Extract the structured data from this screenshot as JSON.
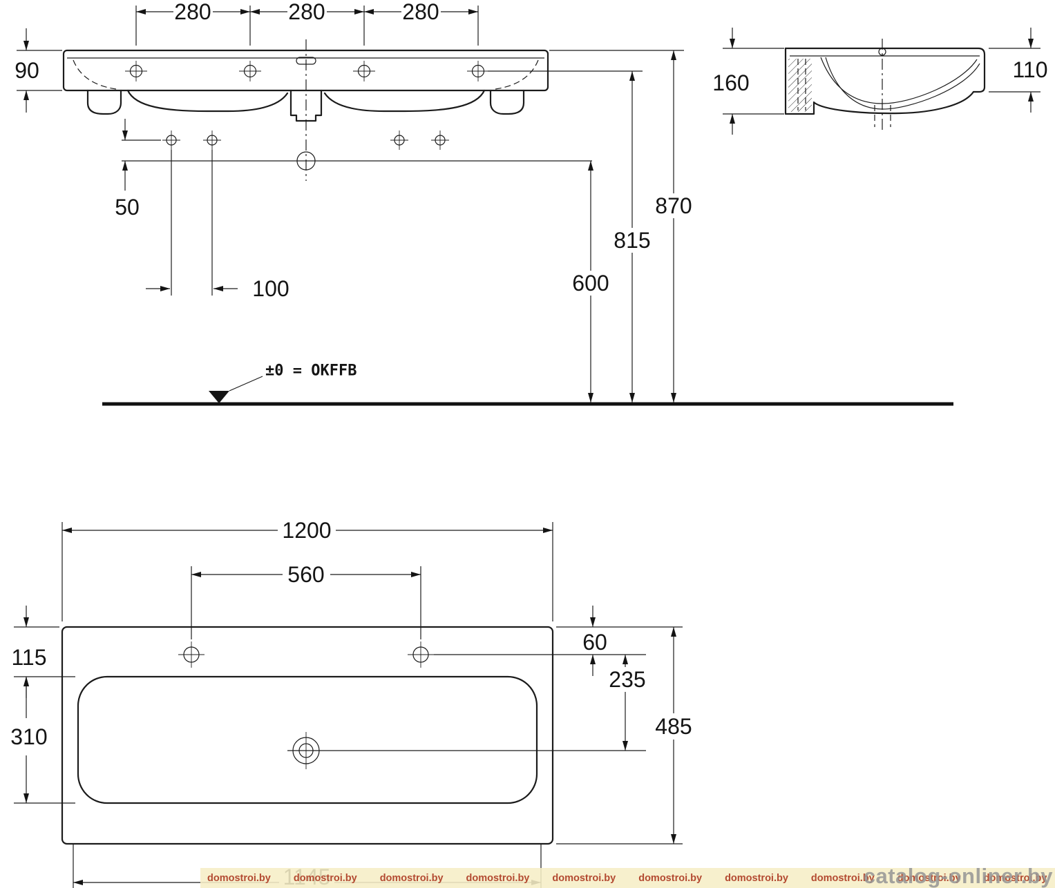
{
  "front_view": {
    "hole_spacing_1": "280",
    "hole_spacing_2": "280",
    "hole_spacing_3": "280",
    "rim_height": "90",
    "bolt_offset": "50",
    "bolt_spacing": "100",
    "drain_outlet_height": "600",
    "mounting_height": "815",
    "rim_top_height": "870",
    "floor_reference": "±0 = OKFFB"
  },
  "side_view": {
    "total_depth_height": "160",
    "front_edge_height": "110"
  },
  "plan_view": {
    "overall_width": "1200",
    "tap_hole_spacing": "560",
    "front_ledge_depth": "115",
    "bowl_depth": "310",
    "tap_hole_offset": "60",
    "tap_to_drain": "235",
    "overall_depth": "485",
    "lower_width": "1145"
  },
  "watermark": {
    "site": "domostroi.by",
    "footer": "catalog-onliner.by"
  }
}
